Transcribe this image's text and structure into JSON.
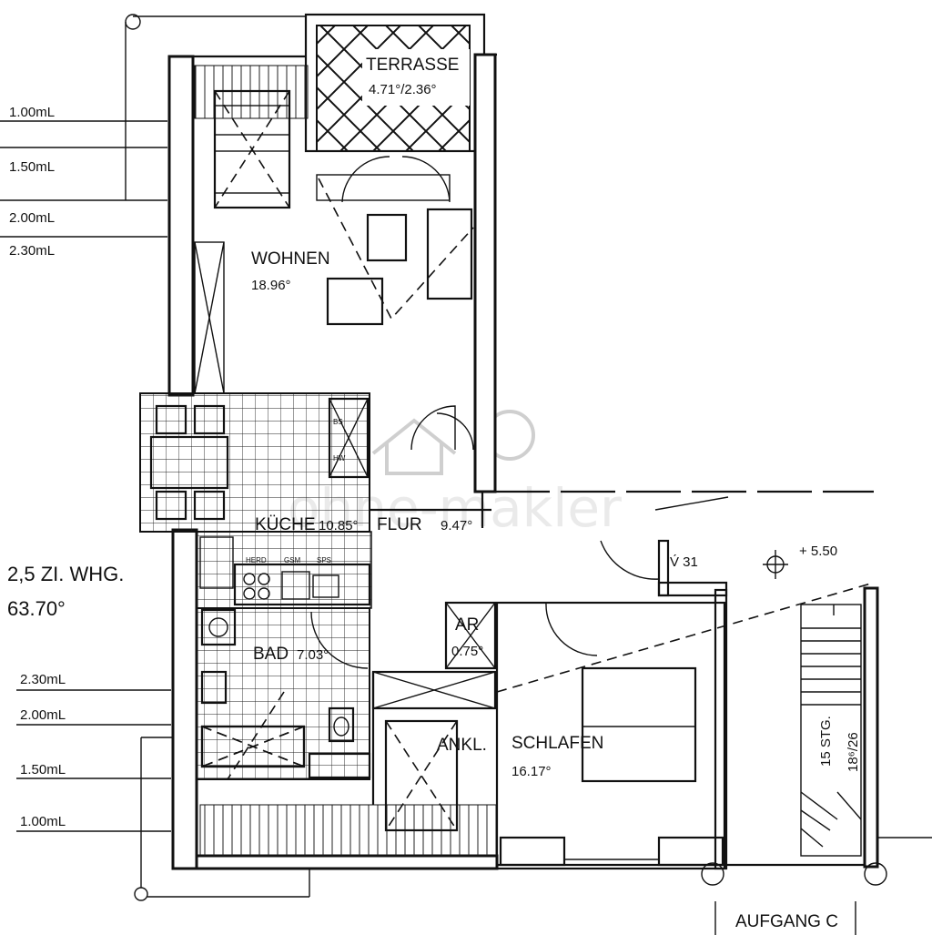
{
  "plan": {
    "apartment_type": "2,5 ZI. WHG.",
    "total_area": "63.70°",
    "rooms": {
      "terrasse": {
        "name": "TERRASSE",
        "area": "4.71°/2.36°"
      },
      "wohnen": {
        "name": "WOHNEN",
        "area": "18.96°"
      },
      "kueche": {
        "name": "KÜCHE",
        "area": "10.85°"
      },
      "flur": {
        "name": "FLUR",
        "area": "9.47°"
      },
      "bad": {
        "name": "BAD",
        "area": "7.03°"
      },
      "ar": {
        "name": "AR",
        "area": "0.75°"
      },
      "ankl": {
        "name": "ANKL."
      },
      "schlafen": {
        "name": "SCHLAFEN",
        "area": "16.17°"
      }
    },
    "dimension_lines": [
      "1.00mL",
      "1.50mL",
      "2.00mL",
      "2.30mL"
    ],
    "appliances": {
      "bs": "BS",
      "hw": "HW",
      "herd": "HERD",
      "gsm": "GSM",
      "sps": "SPS"
    },
    "stairs": {
      "steps": "15 STG.",
      "rise": "18⁶/26"
    },
    "level": "+ 5.50",
    "entrance": "AUFGANG C",
    "wall_label": "V́ 31",
    "watermark": "ohne-makler"
  }
}
